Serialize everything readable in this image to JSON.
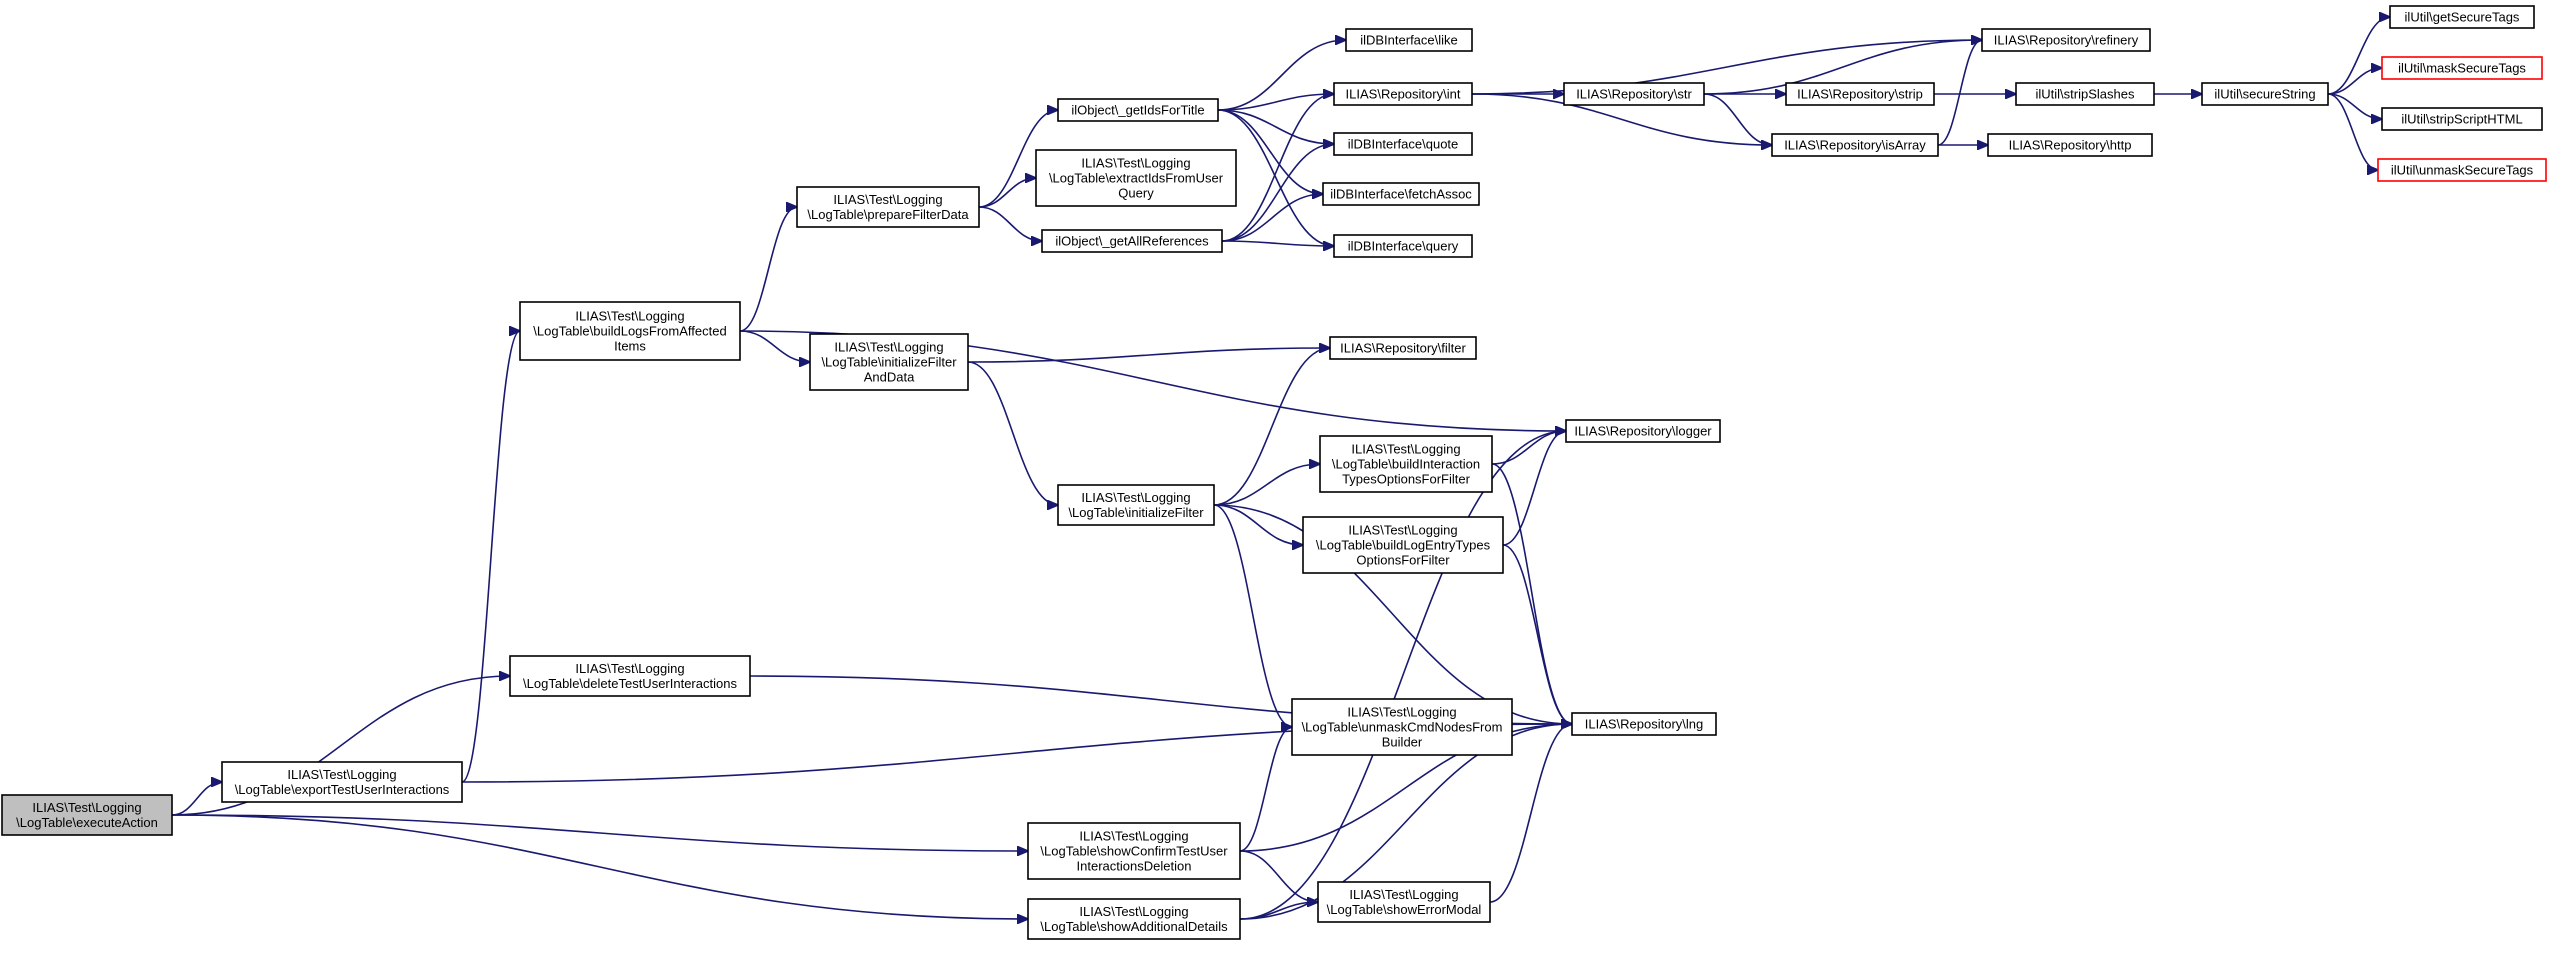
{
  "colors": {
    "edge": "#191970",
    "node_border": "#000000",
    "node_fill": "#ffffff",
    "root_fill": "#bfbfbf",
    "incomplete_border": "#ff0000"
  },
  "nodes": {
    "execute_action": {
      "lines": [
        "ILIAS\\Test\\Logging",
        "\\LogTable\\executeAction"
      ],
      "style": "root"
    },
    "delete_test_user_interactions": {
      "lines": [
        "ILIAS\\Test\\Logging",
        "\\LogTable\\deleteTestUserInteractions"
      ],
      "style": "normal"
    },
    "export_test_user_interactions": {
      "lines": [
        "ILIAS\\Test\\Logging",
        "\\LogTable\\exportTestUserInteractions"
      ],
      "style": "normal"
    },
    "build_logs_from_affected_items": {
      "lines": [
        "ILIAS\\Test\\Logging",
        "\\LogTable\\buildLogsFromAffected",
        "Items"
      ],
      "style": "normal"
    },
    "prepare_filter_data": {
      "lines": [
        "ILIAS\\Test\\Logging",
        "\\LogTable\\prepareFilterData"
      ],
      "style": "normal"
    },
    "initialize_filter_and_data": {
      "lines": [
        "ILIAS\\Test\\Logging",
        "\\LogTable\\initializeFilter",
        "AndData"
      ],
      "style": "normal"
    },
    "get_ids_for_title": {
      "lines": [
        "ilObject\\_getIdsForTitle"
      ],
      "style": "normal"
    },
    "extract_ids_from_user_query": {
      "lines": [
        "ILIAS\\Test\\Logging",
        "\\LogTable\\extractIdsFromUser",
        "Query"
      ],
      "style": "normal"
    },
    "get_all_references": {
      "lines": [
        "ilObject\\_getAllReferences"
      ],
      "style": "normal"
    },
    "initialize_filter": {
      "lines": [
        "ILIAS\\Test\\Logging",
        "\\LogTable\\initializeFilter"
      ],
      "style": "normal"
    },
    "show_confirm_deletion": {
      "lines": [
        "ILIAS\\Test\\Logging",
        "\\LogTable\\showConfirmTestUser",
        "InteractionsDeletion"
      ],
      "style": "normal"
    },
    "show_additional_details": {
      "lines": [
        "ILIAS\\Test\\Logging",
        "\\LogTable\\showAdditionalDetails"
      ],
      "style": "normal"
    },
    "db_like": {
      "lines": [
        "ilDBInterface\\like"
      ],
      "style": "normal"
    },
    "repo_int": {
      "lines": [
        "ILIAS\\Repository\\int"
      ],
      "style": "normal"
    },
    "db_quote": {
      "lines": [
        "ilDBInterface\\quote"
      ],
      "style": "normal"
    },
    "db_fetch_assoc": {
      "lines": [
        "ilDBInterface\\fetchAssoc"
      ],
      "style": "normal"
    },
    "db_query": {
      "lines": [
        "ilDBInterface\\query"
      ],
      "style": "normal"
    },
    "repo_filter": {
      "lines": [
        "ILIAS\\Repository\\filter"
      ],
      "style": "normal"
    },
    "build_interaction_types": {
      "lines": [
        "ILIAS\\Test\\Logging",
        "\\LogTable\\buildInteraction",
        "TypesOptionsForFilter"
      ],
      "style": "normal"
    },
    "build_log_entry_types": {
      "lines": [
        "ILIAS\\Test\\Logging",
        "\\LogTable\\buildLogEntryTypes",
        "OptionsForFilter"
      ],
      "style": "normal"
    },
    "unmask_cmd_nodes": {
      "lines": [
        "ILIAS\\Test\\Logging",
        "\\LogTable\\unmaskCmdNodesFrom",
        "Builder"
      ],
      "style": "normal"
    },
    "show_error_modal": {
      "lines": [
        "ILIAS\\Test\\Logging",
        "\\LogTable\\showErrorModal"
      ],
      "style": "normal"
    },
    "repo_str": {
      "lines": [
        "ILIAS\\Repository\\str"
      ],
      "style": "normal"
    },
    "repo_logger": {
      "lines": [
        "ILIAS\\Repository\\logger"
      ],
      "style": "normal"
    },
    "repo_lng": {
      "lines": [
        "ILIAS\\Repository\\lng"
      ],
      "style": "normal"
    },
    "repo_refinery": {
      "lines": [
        "ILIAS\\Repository\\refinery"
      ],
      "style": "normal"
    },
    "repo_strip": {
      "lines": [
        "ILIAS\\Repository\\strip"
      ],
      "style": "normal"
    },
    "repo_is_array": {
      "lines": [
        "ILIAS\\Repository\\isArray"
      ],
      "style": "normal"
    },
    "util_strip_slashes": {
      "lines": [
        "ilUtil\\stripSlashes"
      ],
      "style": "normal"
    },
    "repo_http": {
      "lines": [
        "ILIAS\\Repository\\http"
      ],
      "style": "normal"
    },
    "util_secure_string": {
      "lines": [
        "ilUtil\\secureString"
      ],
      "style": "normal"
    },
    "util_get_secure_tags": {
      "lines": [
        "ilUtil\\getSecureTags"
      ],
      "style": "normal"
    },
    "util_mask_secure_tags": {
      "lines": [
        "ilUtil\\maskSecureTags"
      ],
      "style": "incomplete"
    },
    "util_strip_script_html": {
      "lines": [
        "ilUtil\\stripScriptHTML"
      ],
      "style": "normal"
    },
    "util_unmask_secure_tags": {
      "lines": [
        "ilUtil\\unmaskSecureTags"
      ],
      "style": "incomplete"
    }
  },
  "edges": [
    [
      "execute_action",
      "delete_test_user_interactions"
    ],
    [
      "execute_action",
      "export_test_user_interactions"
    ],
    [
      "execute_action",
      "show_confirm_deletion"
    ],
    [
      "execute_action",
      "show_additional_details"
    ],
    [
      "export_test_user_interactions",
      "build_logs_from_affected_items"
    ],
    [
      "export_test_user_interactions",
      "repo_lng"
    ],
    [
      "delete_test_user_interactions",
      "repo_lng"
    ],
    [
      "build_logs_from_affected_items",
      "prepare_filter_data"
    ],
    [
      "build_logs_from_affected_items",
      "initialize_filter_and_data"
    ],
    [
      "build_logs_from_affected_items",
      "repo_logger"
    ],
    [
      "prepare_filter_data",
      "get_ids_for_title"
    ],
    [
      "prepare_filter_data",
      "extract_ids_from_user_query"
    ],
    [
      "prepare_filter_data",
      "get_all_references"
    ],
    [
      "get_ids_for_title",
      "db_like"
    ],
    [
      "get_ids_for_title",
      "repo_int"
    ],
    [
      "get_ids_for_title",
      "db_quote"
    ],
    [
      "get_ids_for_title",
      "db_fetch_assoc"
    ],
    [
      "get_ids_for_title",
      "db_query"
    ],
    [
      "get_all_references",
      "repo_int"
    ],
    [
      "get_all_references",
      "db_quote"
    ],
    [
      "get_all_references",
      "db_fetch_assoc"
    ],
    [
      "get_all_references",
      "db_query"
    ],
    [
      "initialize_filter_and_data",
      "repo_filter"
    ],
    [
      "initialize_filter_and_data",
      "initialize_filter"
    ],
    [
      "initialize_filter",
      "repo_filter"
    ],
    [
      "initialize_filter",
      "build_interaction_types"
    ],
    [
      "initialize_filter",
      "build_log_entry_types"
    ],
    [
      "initialize_filter",
      "unmask_cmd_nodes"
    ],
    [
      "initialize_filter",
      "repo_lng"
    ],
    [
      "build_interaction_types",
      "repo_logger"
    ],
    [
      "build_interaction_types",
      "repo_lng"
    ],
    [
      "build_log_entry_types",
      "repo_logger"
    ],
    [
      "build_log_entry_types",
      "repo_lng"
    ],
    [
      "show_confirm_deletion",
      "unmask_cmd_nodes"
    ],
    [
      "show_confirm_deletion",
      "show_error_modal"
    ],
    [
      "show_confirm_deletion",
      "repo_lng"
    ],
    [
      "show_additional_details",
      "show_error_modal"
    ],
    [
      "show_additional_details",
      "repo_lng"
    ],
    [
      "show_additional_details",
      "repo_logger"
    ],
    [
      "show_error_modal",
      "repo_lng"
    ],
    [
      "repo_int",
      "repo_str"
    ],
    [
      "repo_int",
      "repo_refinery"
    ],
    [
      "repo_int",
      "repo_is_array"
    ],
    [
      "repo_str",
      "repo_refinery"
    ],
    [
      "repo_str",
      "repo_strip"
    ],
    [
      "repo_str",
      "repo_is_array"
    ],
    [
      "repo_strip",
      "util_strip_slashes"
    ],
    [
      "repo_is_array",
      "repo_refinery"
    ],
    [
      "repo_is_array",
      "repo_http"
    ],
    [
      "util_strip_slashes",
      "util_secure_string"
    ],
    [
      "util_secure_string",
      "util_get_secure_tags"
    ],
    [
      "util_secure_string",
      "util_mask_secure_tags"
    ],
    [
      "util_secure_string",
      "util_strip_script_html"
    ],
    [
      "util_secure_string",
      "util_unmask_secure_tags"
    ]
  ]
}
